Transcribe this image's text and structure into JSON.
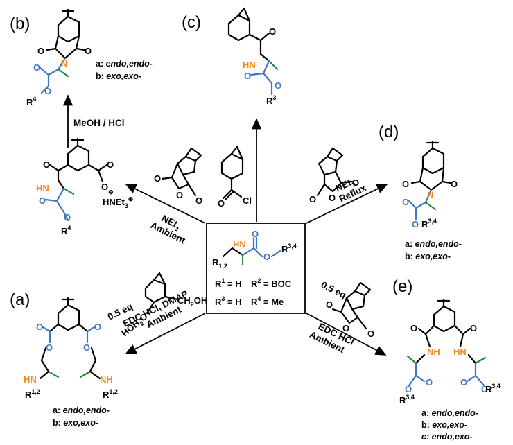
{
  "panels": {
    "a": "(a)",
    "b": "(b)",
    "c": "(c)",
    "d": "(d)",
    "e": "(e)"
  },
  "center": {
    "defs_line1_left": "R",
    "defs_line1_left_sup": "1",
    "defs_line1_left_val": " = H",
    "defs_line1_right": "R",
    "defs_line1_right_sup": "2",
    "defs_line1_right_val": " = BOC",
    "defs_line2_left": "R",
    "defs_line2_left_sup": "3",
    "defs_line2_left_val": " = H",
    "defs_line2_right": "R",
    "defs_line2_right_sup": "4",
    "defs_line2_right_val": " = Me",
    "sub_r12": "1,2",
    "sub_r34": "3,4"
  },
  "conditions": {
    "b_arrow": "MeOH / HCl",
    "left_upper_1": "NEt",
    "left_upper_1_sub": "3",
    "left_upper_2": "Ambient",
    "right_upper_1": "NEt",
    "right_upper_1_sub": "3",
    "right_upper_2": "Reflux",
    "left_lower_eq": "0.5 eq",
    "left_lower_1": "EDC HCl, DMAP",
    "left_lower_2": "Ambient",
    "right_lower_eq": "0.5 eq",
    "right_lower_1": "EDC HCl",
    "right_lower_2": "Ambient",
    "salt": "HNEt",
    "salt_sub": "3",
    "salt_sup": "⊕",
    "acyl_cl": "Cl",
    "diol_left": "HOH",
    "diol_left_sub": "2",
    "diol_left_c": "C",
    "diol_right": "CH",
    "diol_right_sub": "2",
    "diol_right_oh": "OH"
  },
  "variants": {
    "a": [
      {
        "key": "a:",
        "val": "endo,endo-"
      },
      {
        "key": "b:",
        "val": "exo,exo-"
      }
    ],
    "b": [
      {
        "key": "a:",
        "val": "endo,endo-"
      },
      {
        "key": "b:",
        "val": "exo,exo-"
      }
    ],
    "d": [
      {
        "key": "a:",
        "val": "endo,endo-"
      },
      {
        "key": "b:",
        "val": "exo,exo-"
      }
    ],
    "e": [
      {
        "key": "a:",
        "val": "endo,endo-"
      },
      {
        "key": "b:",
        "val": "exo,exo-"
      },
      {
        "key": "c:",
        "val": "endo,exo-"
      }
    ]
  },
  "labels": {
    "r4": "R",
    "r4_sup": "4",
    "r3": "R",
    "r3_sup": "3",
    "r34": "3,4",
    "r12": "1,2",
    "N": "N",
    "NH": "NH",
    "HN": "HN",
    "O": "O",
    "Om": "O",
    "minus": "⊖"
  },
  "colors": {
    "nitrogen": "#f08a1e",
    "ester": "#3f76c2",
    "methyl_wedge": "#1f8a3a"
  }
}
